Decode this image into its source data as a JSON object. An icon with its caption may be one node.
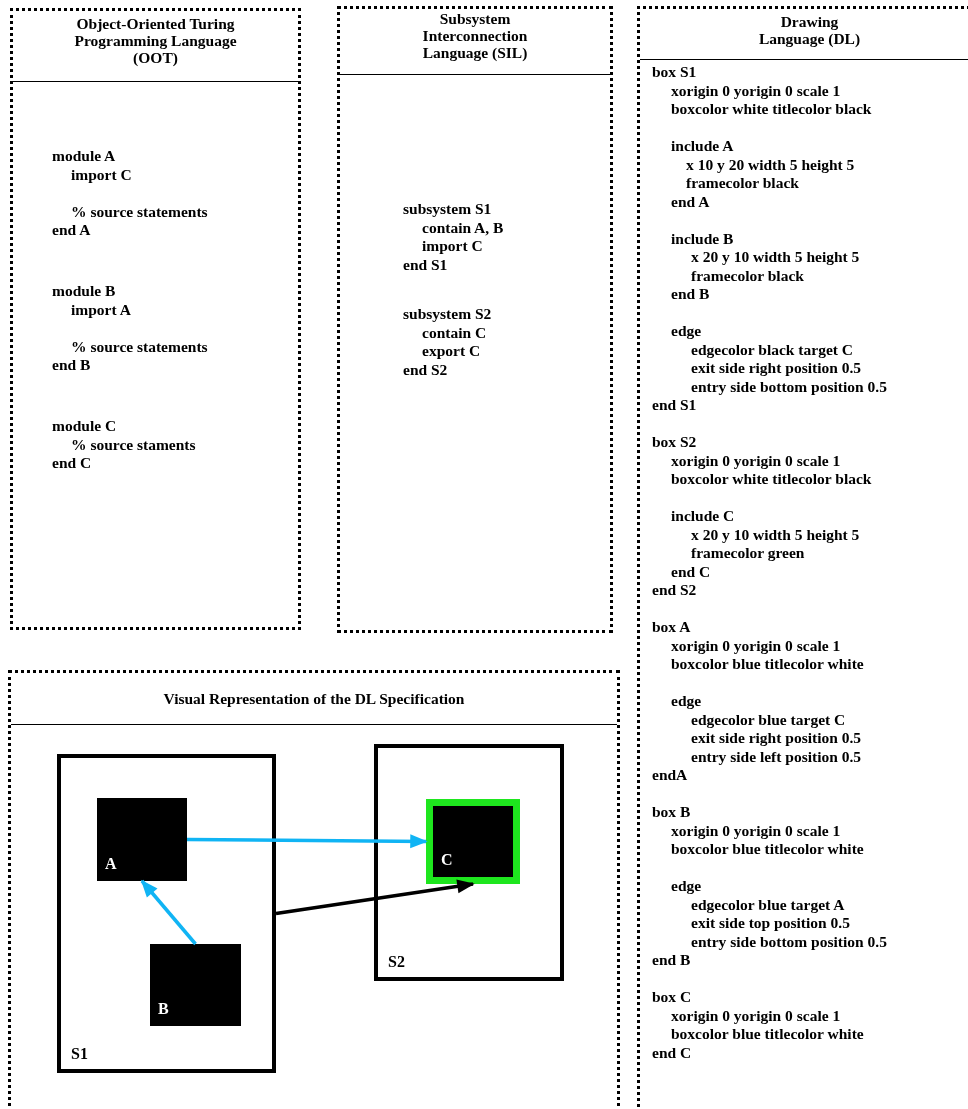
{
  "diagram": {
    "nodes": [
      {
        "text": [
          "Object-Oriented Turing Programming Language (OOT)",
          "module A",
          "import C",
          "% source statements",
          "end A",
          "module B",
          "import A",
          "% source statements",
          "end B",
          "module C",
          "% source staments",
          "end C"
        ]
      },
      {
        "text": [
          "Subsystem Interconnection Language (SIL)",
          "subsystem S1",
          "contain A, B",
          "import C",
          "end S1",
          "subsystem S2",
          "contain C",
          "export C",
          "end S2"
        ]
      },
      {
        "text": [
          "Drawing Language (DL)",
          "box S1",
          "xorigin 0 yorigin 0 scale 1",
          "boxcolor white titlecolor black",
          "include A",
          "x 10 y 20 width 5 height 5",
          "framecolor black",
          "end A",
          "include B",
          "x 20 y 10 width 5 height 5",
          "framecolor black",
          "end B",
          "edge",
          "edgecolor black target C",
          "exit side right position 0.5",
          "entry side bottom position 0.5",
          "end S1",
          "box S2",
          "xorigin 0 yorigin 0 scale 1",
          "boxcolor white titlecolor black",
          "include C",
          "x 20 y 10 width 5 height 5",
          "framecolor green",
          "end C",
          "end S2",
          "box A",
          "xorigin 0 yorigin 0 scale 1",
          "boxcolor blue titlecolor white",
          "edge",
          "edgecolor blue target C",
          "exit side right position 0.5",
          "entry side left position 0.5",
          "endA",
          "box B",
          "xorigin 0 yorigin 0 scale 1",
          "boxcolor blue titlecolor white",
          "edge",
          "edgecolor blue target A",
          "exit side top position 0.5",
          "entry side bottom position 0.5",
          "end B",
          "box C",
          "xorigin 0 yorigin 0 scale 1",
          "boxcolor blue titlecolor white",
          "end C"
        ]
      },
      {
        "text": [
          "Visual Representation of the DL Specification"
        ]
      },
      {
        "text": [
          "S1"
        ],
        "in": 3
      },
      {
        "text": [
          "A"
        ],
        "in": 4
      },
      {
        "text": [
          "B"
        ],
        "in": 4
      },
      {
        "text": [
          "S2"
        ],
        "in": 3
      },
      {
        "text": [
          "C"
        ],
        "in": 7
      }
    ],
    "edges": [
      {
        "from": 5,
        "to": 8,
        "arrow": "to"
      },
      {
        "from": 6,
        "to": 5,
        "arrow": "to"
      },
      {
        "from": 4,
        "to": 8,
        "arrow": "to",
        "color": "#000000"
      }
    ]
  }
}
